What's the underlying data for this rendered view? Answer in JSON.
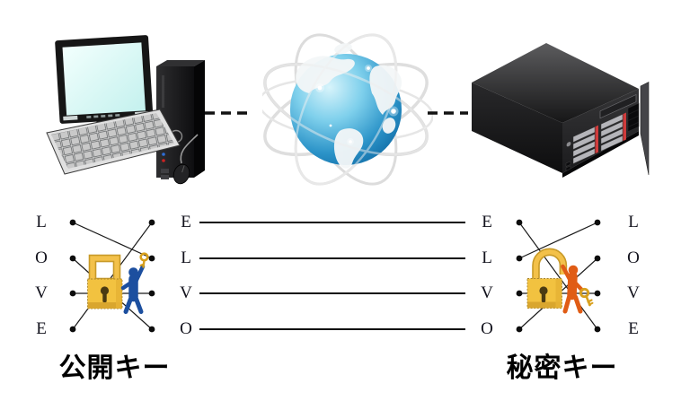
{
  "network_row": {
    "client_icon": "desktop-computer-icon",
    "internet_icon": "globe-network-icon",
    "server_icon": "rack-server-icon",
    "link_style": "dashed-line"
  },
  "cipher": {
    "plaintext_word": "LOVE",
    "ciphertext_word": "ELVO",
    "encrypt_block": {
      "label": "公開キー",
      "input_letters": [
        "L",
        "O",
        "V",
        "E"
      ],
      "output_letters": [
        "E",
        "L",
        "V",
        "O"
      ],
      "mapping_rows": [
        [
          1,
          2
        ],
        [
          2,
          4
        ],
        [
          3,
          3
        ],
        [
          4,
          1
        ]
      ],
      "lock_icon": "gold-padlock-square-shackle-icon",
      "person_icon": "blue-person-with-key-icon"
    },
    "decrypt_block": {
      "label": "秘密キー",
      "input_letters": [
        "E",
        "L",
        "V",
        "O"
      ],
      "output_letters": [
        "L",
        "O",
        "V",
        "E"
      ],
      "mapping_rows": [
        [
          1,
          4
        ],
        [
          2,
          1
        ],
        [
          3,
          3
        ],
        [
          4,
          2
        ]
      ],
      "lock_icon": "gold-padlock-round-shackle-icon",
      "person_icon": "orange-person-with-key-icon"
    }
  },
  "colors": {
    "lock_gold": "#F2C240",
    "lock_gold_dark": "#D9A62E",
    "key_gold": "#D8A01D",
    "person_blue": "#1C4F9F",
    "person_orange": "#E05C15",
    "globe_blue": "#2B93C8",
    "server_bay_red": "#CF3B3B",
    "line_black": "#111111"
  }
}
